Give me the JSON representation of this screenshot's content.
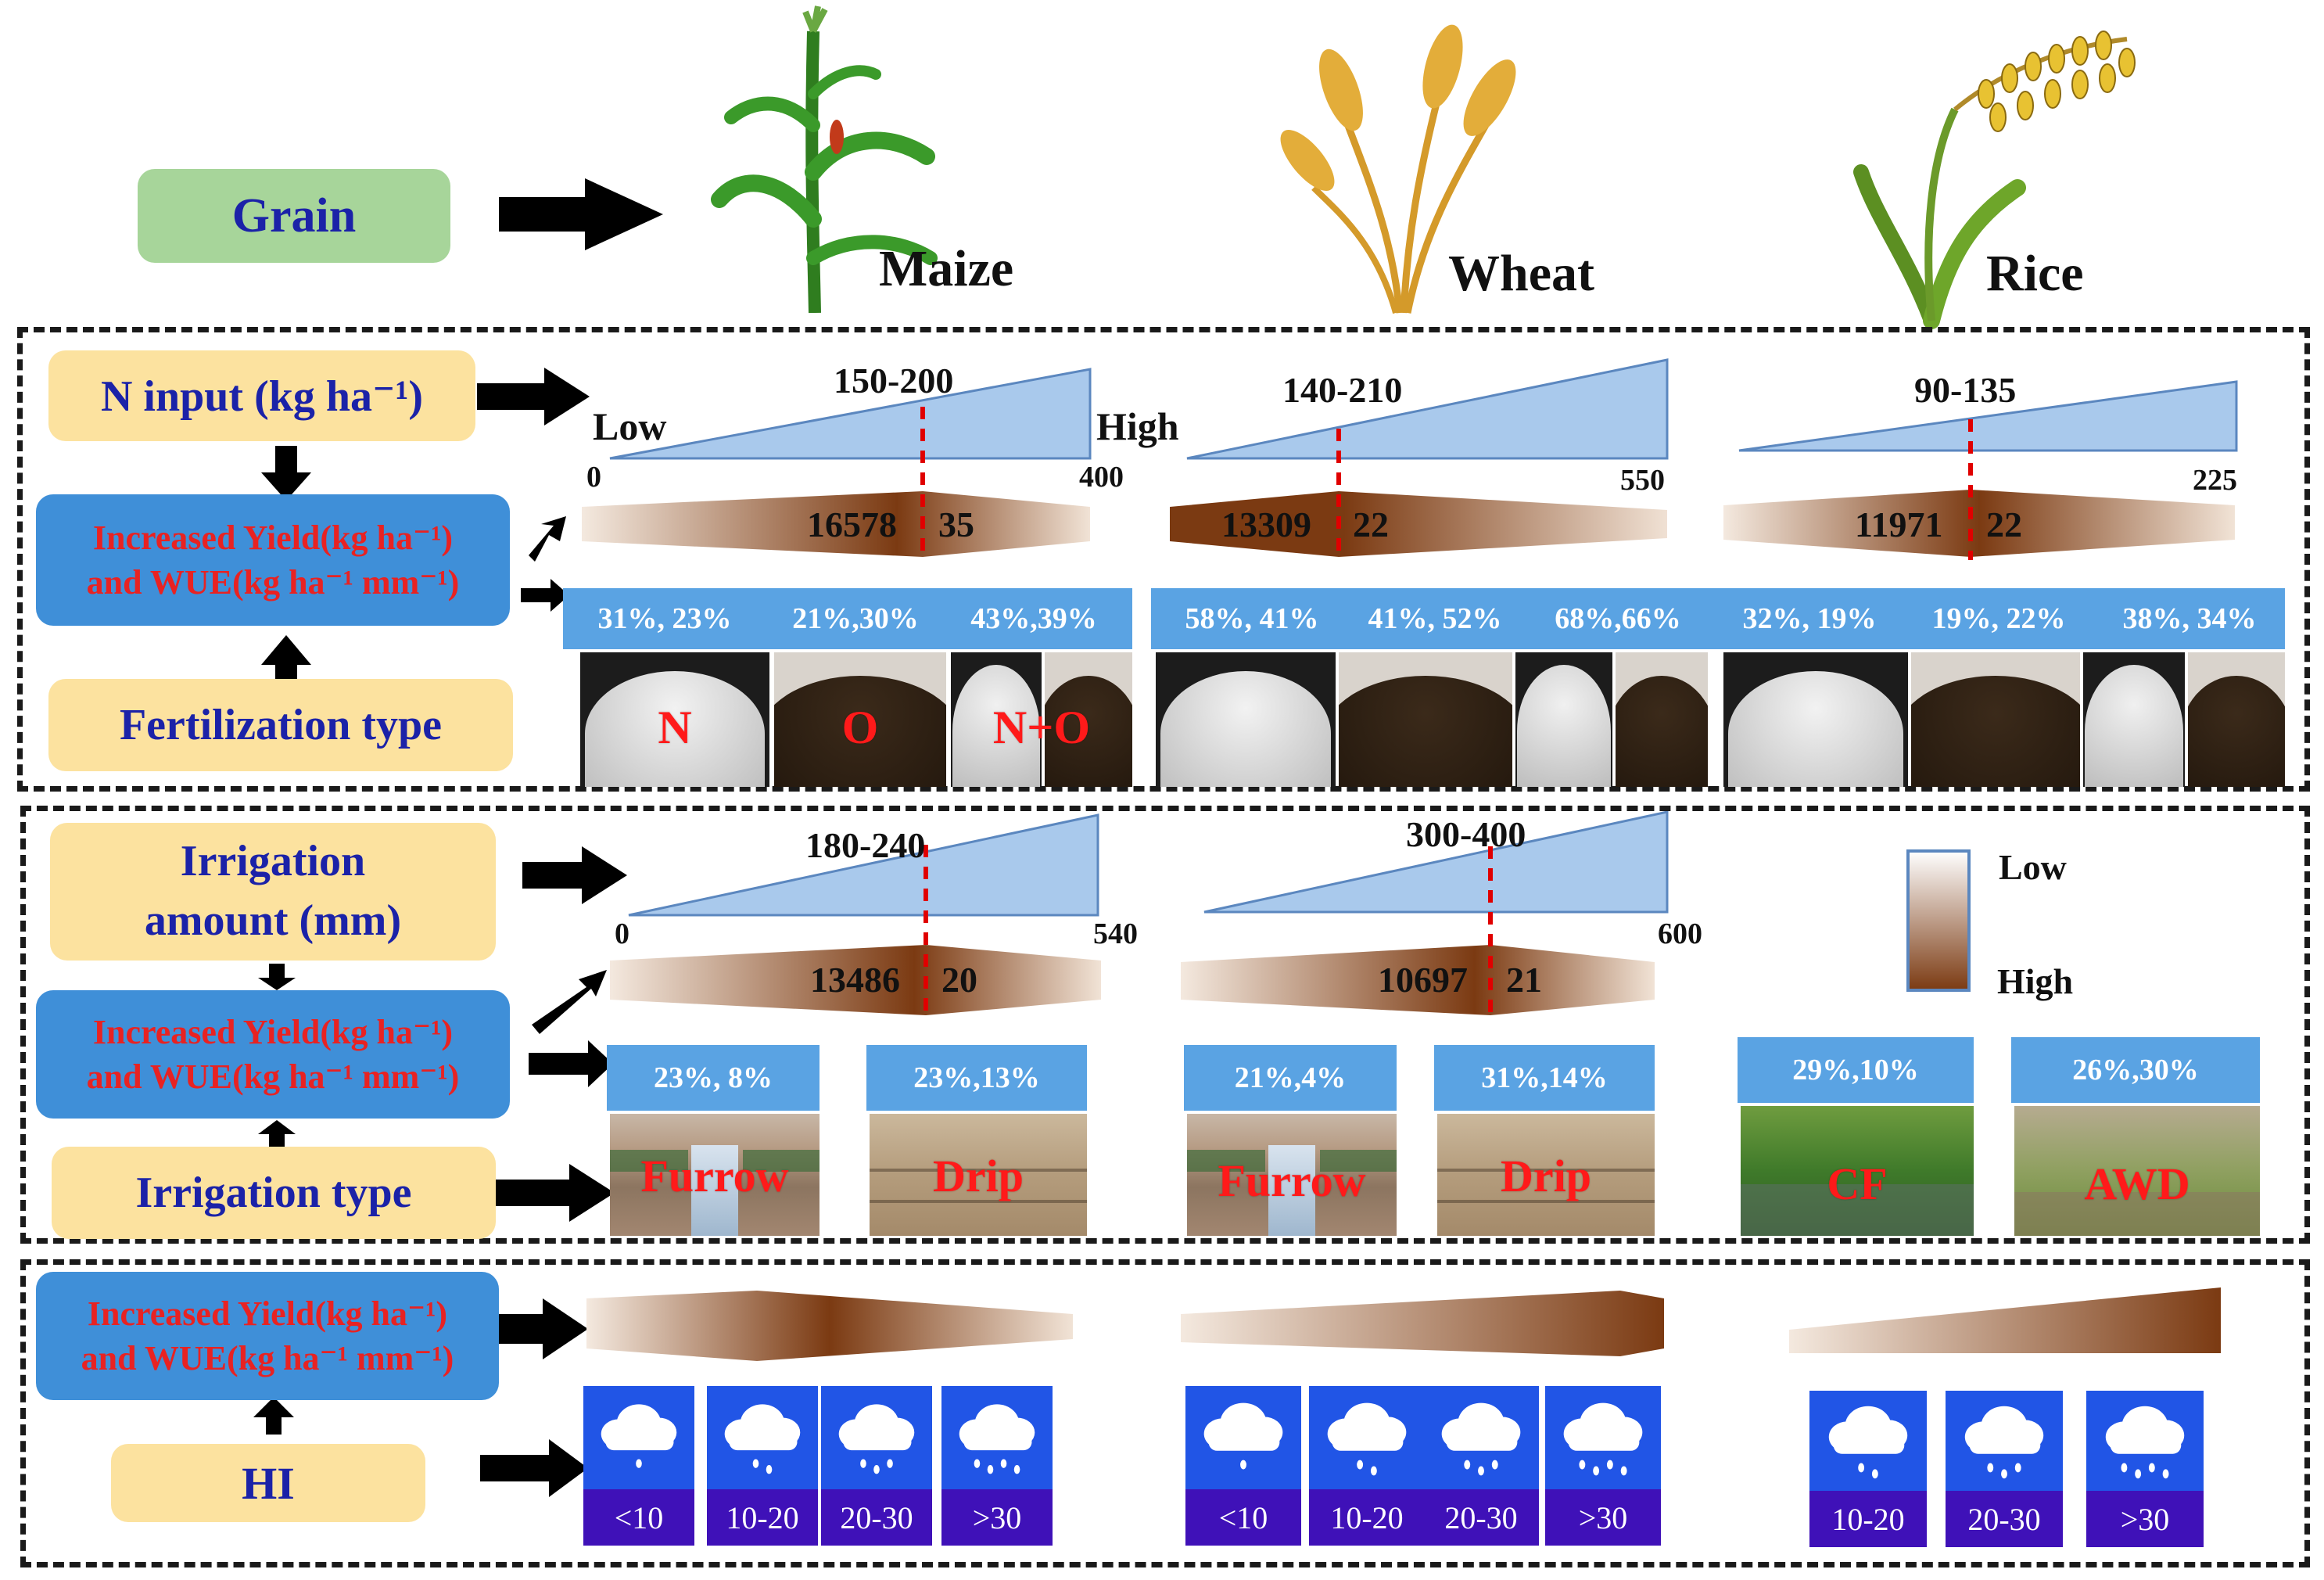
{
  "labels": {
    "grain": "Grain",
    "n_input": "N input (kg ha⁻¹)",
    "increased_yield_line1": "Increased Yield(kg ha⁻¹)",
    "increased_yield_line2": "and WUE(kg ha⁻¹ mm⁻¹)",
    "fertilization_type": "Fertilization type",
    "irrigation_amount_line1": "Irrigation",
    "irrigation_amount_line2": "amount (mm)",
    "irrigation_type": "Irrigation type",
    "hi": "HI"
  },
  "crops": {
    "maize": "Maize",
    "wheat": "Wheat",
    "rice": "Rice"
  },
  "n_input": {
    "low": "Low",
    "high": "High",
    "maize": {
      "range": "150-200",
      "min": "0",
      "max": "400",
      "yield": "16578",
      "wue": "35"
    },
    "wheat": {
      "range": "140-210",
      "max": "550",
      "yield": "13309",
      "wue": "22"
    },
    "rice": {
      "range": "90-135",
      "max": "225",
      "yield": "11971",
      "wue": "22"
    }
  },
  "fertilization": {
    "materials": [
      "N",
      "O",
      "N+O"
    ],
    "maize": [
      "31%, 23%",
      "21%,30%",
      "43%,39%"
    ],
    "wheat": [
      "58%, 41%",
      "41%, 52%",
      "68%,66%"
    ],
    "rice": [
      "32%, 19%",
      "19%, 22%",
      "38%, 34%"
    ]
  },
  "irrigation_amount": {
    "maize": {
      "range": "180-240",
      "min": "0",
      "max": "540",
      "yield": "13486",
      "wue": "20"
    },
    "wheat": {
      "range": "300-400",
      "max": "600",
      "yield": "10697",
      "wue": "21"
    }
  },
  "irrigation_type": {
    "maize": [
      {
        "pct": "23%, 8%",
        "type": "Furrow"
      },
      {
        "pct": "23%,13%",
        "type": "Drip"
      }
    ],
    "wheat": [
      {
        "pct": "21%,4%",
        "type": "Furrow"
      },
      {
        "pct": "31%,14%",
        "type": "Drip"
      }
    ],
    "rice": [
      {
        "pct": "29%,10%",
        "type": "CF"
      },
      {
        "pct": "26%,30%",
        "type": "AWD"
      }
    ]
  },
  "legend": {
    "low": "Low",
    "high": "High"
  },
  "hi": {
    "maize": [
      "<10",
      "10-20",
      "20-30",
      ">30"
    ],
    "wheat": [
      "<10",
      "10-20",
      "20-30",
      ">30"
    ],
    "rice": [
      "10-20",
      "20-30",
      ">30"
    ]
  },
  "colors": {
    "yellow_box": "#fce29f",
    "green_box": "#a7d59a",
    "blue_box": "#3f8fd8",
    "label_text": "#1b22a8",
    "red_text": "#e82222",
    "triangle": "#a9c9ec",
    "brown_high": "#7b3a12",
    "pct_band": "#5aa3e3",
    "rain_box": "#2155e6",
    "rain_label": "#3f11b8"
  }
}
